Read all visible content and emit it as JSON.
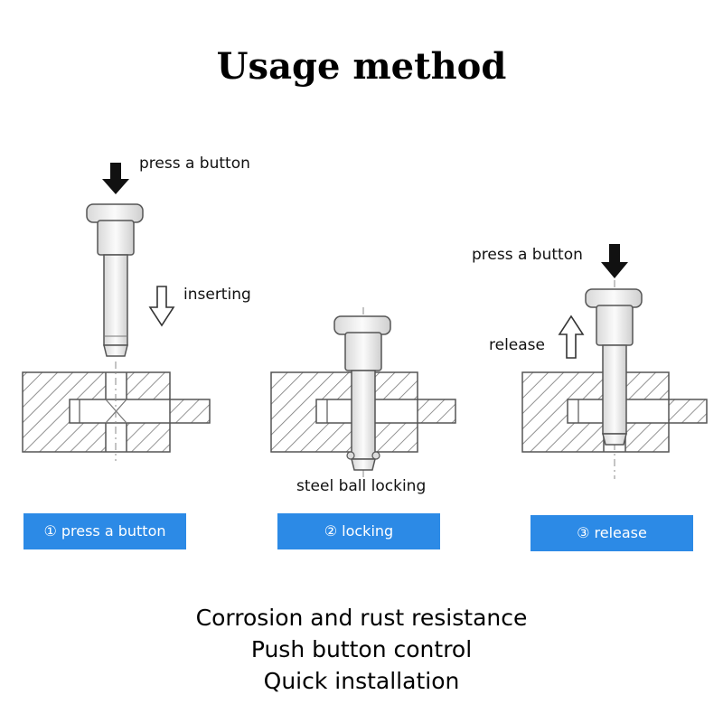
{
  "title": "Usage method",
  "labels": {
    "press_button_1": "press a button",
    "inserting": "inserting",
    "steel_ball_locking": "steel ball locking",
    "press_button_3": "press a button",
    "release": "release"
  },
  "steps": [
    {
      "number": "①",
      "label": "press a button"
    },
    {
      "number": "②",
      "label": "locking"
    },
    {
      "number": "③",
      "label": "release"
    }
  ],
  "features": [
    "Corrosion and rust resistance",
    "Push button control",
    "Quick installation"
  ],
  "colors": {
    "step_badge": "#2c8ae6",
    "line": "#555555",
    "pin_fill": "#f2f2f2"
  }
}
